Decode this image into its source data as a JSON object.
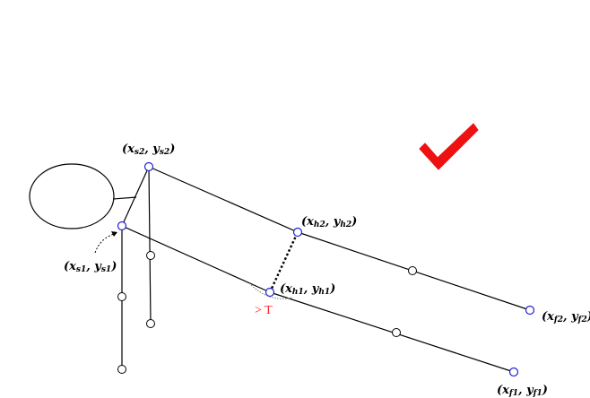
{
  "colors": {
    "line": "#000000",
    "keypoint_primary": "#2222cc",
    "keypoint_secondary": "#000000",
    "check": "#ee1111",
    "threshold": "#ff2020"
  },
  "labels": {
    "s2": {
      "main": "(x",
      "s1": "s2",
      "mid": ", y",
      "s2": "s2",
      "end": ")"
    },
    "s1": {
      "main": "(x",
      "s1": "s1",
      "mid": ", y",
      "s2": "s1",
      "end": ")"
    },
    "h2": {
      "main": "(x",
      "s1": "h2",
      "mid": ", y",
      "s2": "h2",
      "end": ")"
    },
    "h1": {
      "main": "(x",
      "s1": "h1",
      "mid": ", y",
      "s2": "h1",
      "end": ")"
    },
    "f2": {
      "main": "(x",
      "s1": "f2",
      "mid": ", y",
      "s2": "f2",
      "end": ")"
    },
    "f1": {
      "main": "(x",
      "s1": "f1",
      "mid": ", y",
      "s2": "f1",
      "end": ")"
    }
  },
  "threshold_label": "> T",
  "icons": [
    "check-mark-icon"
  ]
}
